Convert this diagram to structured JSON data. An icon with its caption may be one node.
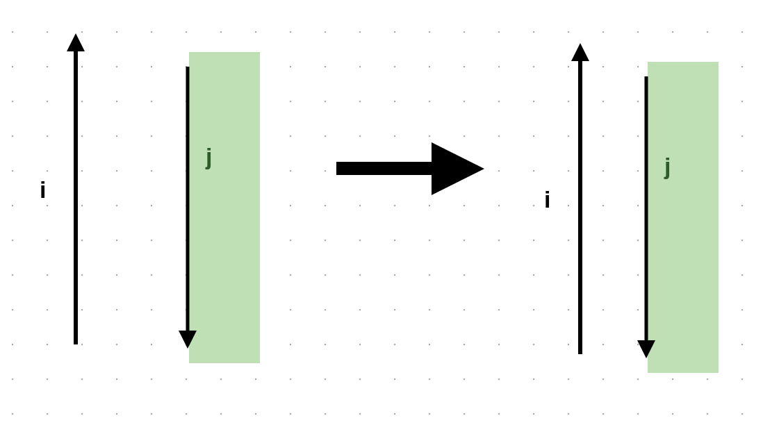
{
  "diagram": {
    "nodes": [
      {
        "text": [
          "j"
        ]
      },
      {
        "text": [
          "j"
        ]
      }
    ],
    "edges": [],
    "labels": [
      "i",
      "i"
    ]
  }
}
